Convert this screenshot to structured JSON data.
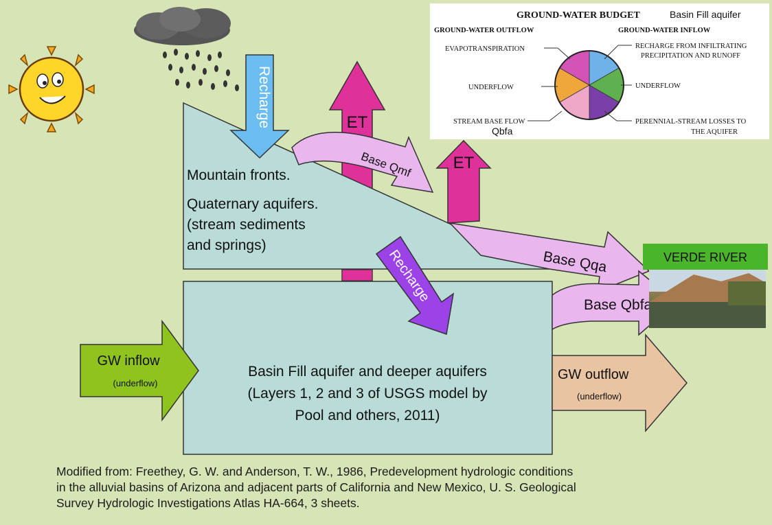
{
  "colors": {
    "background": "#d7e4b5",
    "aquifer_fill": "#b9dcd8",
    "et_magenta": "#e0309a",
    "base_flow_pink": "#e9b6ee",
    "recharge_blue": "#6bbcf0",
    "recharge_purple": "#9b42e8",
    "gw_inflow_green": "#8fc41e",
    "gw_outflow_tan": "#e8c4a2",
    "verde_label_green": "#4ab52b"
  },
  "icons": [
    "sun-icon",
    "rain-cloud-icon"
  ],
  "arrows": {
    "recharge_top": "Recharge",
    "recharge_middle": "Recharge",
    "et_left": "ET",
    "et_right": "ET",
    "base_qmf": "Base Qmf",
    "base_qqa": "Base Qqa",
    "base_qbfa": "Base Qbfa",
    "gw_inflow": "GW inflow",
    "gw_inflow_sub": "(underflow)",
    "gw_outflow": "GW outflow",
    "gw_outflow_sub": "(underflow)"
  },
  "mountain_box": {
    "line1": "Mountain fronts.",
    "line2": "Quaternary aquifers.",
    "line3": "(stream sediments",
    "line4": "and springs)"
  },
  "basin_box": {
    "line1": "Basin Fill aquifer and deeper aquifers",
    "line2": "(Layers 1, 2 and 3 of USGS model by",
    "line3": "Pool and others, 2011)"
  },
  "verde_river_label": "VERDE RIVER",
  "budget": {
    "title": "GROUND-WATER BUDGET",
    "title_suffix": "Basin Fill aquifer",
    "outflow_heading": "GROUND-WATER OUTFLOW",
    "inflow_heading": "GROUND-WATER INFLOW",
    "left_labels": [
      "EVAPOTRANSPIRATION",
      "UNDERFLOW",
      "STREAM BASE FLOW"
    ],
    "left_extra": "Qbfa",
    "right_labels_1": "RECHARGE FROM INFILTRATING",
    "right_labels_1b": "PRECIPITATION AND RUNOFF",
    "right_labels_2": "UNDERFLOW",
    "right_labels_3": "PERENNIAL-STREAM LOSSES TO",
    "right_labels_3b": "THE AQUIFER",
    "pie_colors": [
      "#6fb2ea",
      "#5fb04e",
      "#7a3fa8",
      "#f0a8c8",
      "#f0a63a",
      "#d453b6"
    ]
  },
  "citation": {
    "line1": "Modified from: Freethey, G. W. and Anderson, T. W., 1986, Predevelopment hydrologic conditions",
    "line2": "in the alluvial basins of Arizona and adjacent parts of California and New Mexico, U. S. Geological",
    "line3": "Survey Hydrologic Investigations Atlas HA-664, 3 sheets."
  }
}
